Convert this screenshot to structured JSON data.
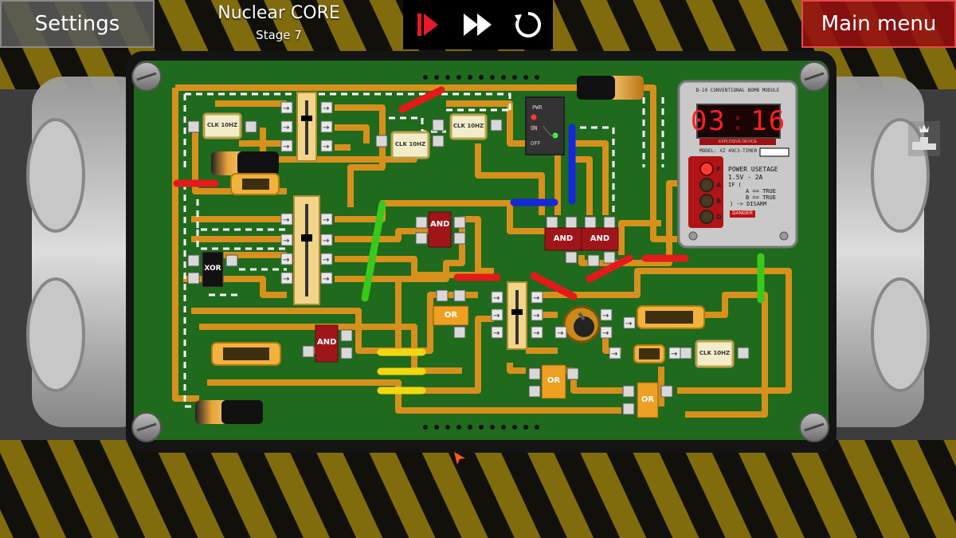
{
  "header": {
    "settings_label": "Settings",
    "main_menu_label": "Main menu",
    "level_name": "Nuclear CORE",
    "level_stage": "Stage 7"
  },
  "controls": {
    "play_icon": "play-icon",
    "fast_forward_icon": "fast-forward-icon",
    "restart_icon": "restart-icon",
    "play_color": "#e8192c"
  },
  "board": {
    "power_switch": {
      "pwr": "PWR",
      "on": "ON",
      "off": "OFF"
    },
    "chips": {
      "and1": "AND",
      "and2": "AND",
      "and3": "AND",
      "and4": "AND",
      "or1": "OR",
      "or2": "OR",
      "or3": "OR",
      "xor1": "XOR",
      "clk1": "CLK 10HZ",
      "clk2": "CLK 10HZ",
      "clk3": "CLK 10HZ",
      "clk4": "CLK 10HZ"
    }
  },
  "timer_module": {
    "title": "B-10 CONVENTIONAL BOMB MODULE",
    "minutes": "03",
    "seconds": "16",
    "subtitle": "EXPLOSIVE DEVICE",
    "model": "MODEL: XZ 49C3-TIMER",
    "power_title": "POWER USETAGE",
    "power_range": "1.5V - 2A",
    "if_label": "IF (",
    "cond_a": "A == TRUE",
    "cond_b": "B == TRUE",
    "action": ") -> DISARM",
    "danger": "DANGER",
    "buttons": [
      "P",
      "A",
      "B",
      "D"
    ]
  },
  "colors": {
    "pcb": "#1f6a1d",
    "trace": "#d7901c",
    "wire_red": "#e31a1a",
    "wire_green": "#39c91b",
    "wire_blue": "#1428d8",
    "wire_yellow": "#f3d712",
    "led_red": "#ff3b30",
    "led_green": "#3cff3c"
  },
  "leaderboard_icon": "leaderboard-icon"
}
